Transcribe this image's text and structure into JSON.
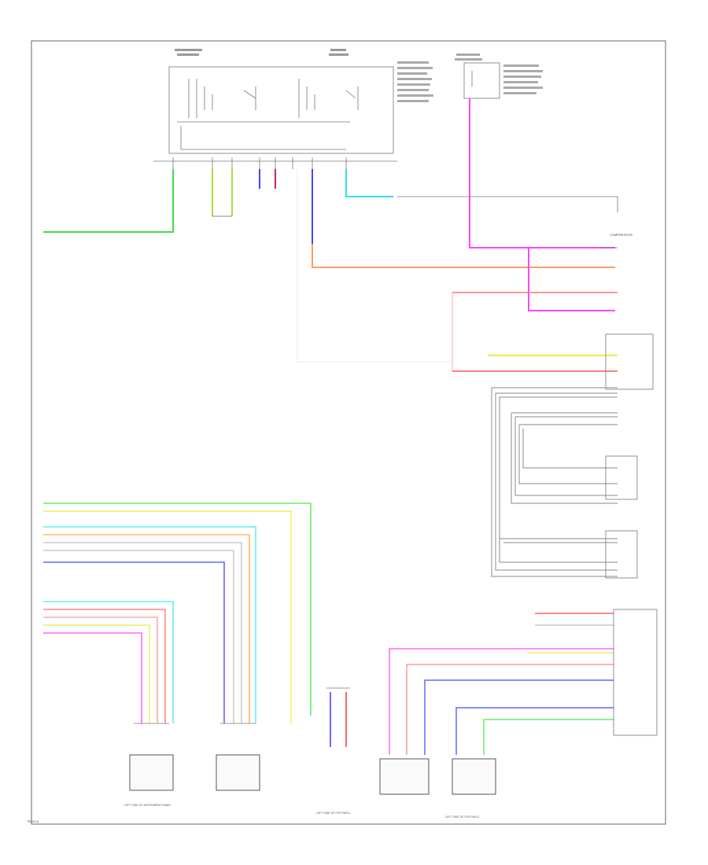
{
  "diagram": {
    "components": {
      "compressor_label": "COMPRESSOR",
      "bottom_left_caption": "LEFT SIDE OF INSTRUMENT PANEL",
      "bottom_center_caption": "LEFT SIDE OF FOOTWELL",
      "bottom_right_caption": "LEFT SIDE OF FOOTWELL"
    },
    "footer_code": "TBD91A"
  }
}
